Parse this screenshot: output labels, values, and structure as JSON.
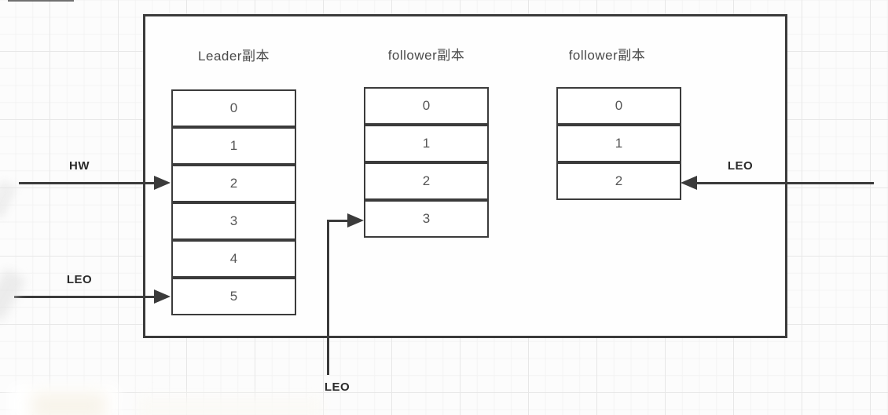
{
  "colors": {
    "line": "#3b3b3b",
    "title_text": "#4a4a4a",
    "cell_text": "#565656",
    "marker_text": "#2b2b2b",
    "panel_bg": "#fefefe",
    "page_bg": "#fcfcfc",
    "grid_minor": "#f3f3f3",
    "grid_major": "#e7e7e7"
  },
  "panel": {
    "columns": [
      {
        "title": "Leader副本",
        "cells": [
          "0",
          "1",
          "2",
          "3",
          "4",
          "5"
        ]
      },
      {
        "title": "follower副本",
        "cells": [
          "0",
          "1",
          "2",
          "3"
        ]
      },
      {
        "title": "follower副本",
        "cells": [
          "0",
          "1",
          "2"
        ]
      }
    ]
  },
  "markers": {
    "hw_left": {
      "label": "HW",
      "points_to": "Leader副本 offset 2"
    },
    "leo_left": {
      "label": "LEO",
      "points_to": "Leader副本 offset 5"
    },
    "leo_right": {
      "label": "LEO",
      "points_to": "follower副本 offset 2"
    },
    "leo_bottom": {
      "label": "LEO",
      "points_to": "follower副本 offset 3"
    }
  }
}
